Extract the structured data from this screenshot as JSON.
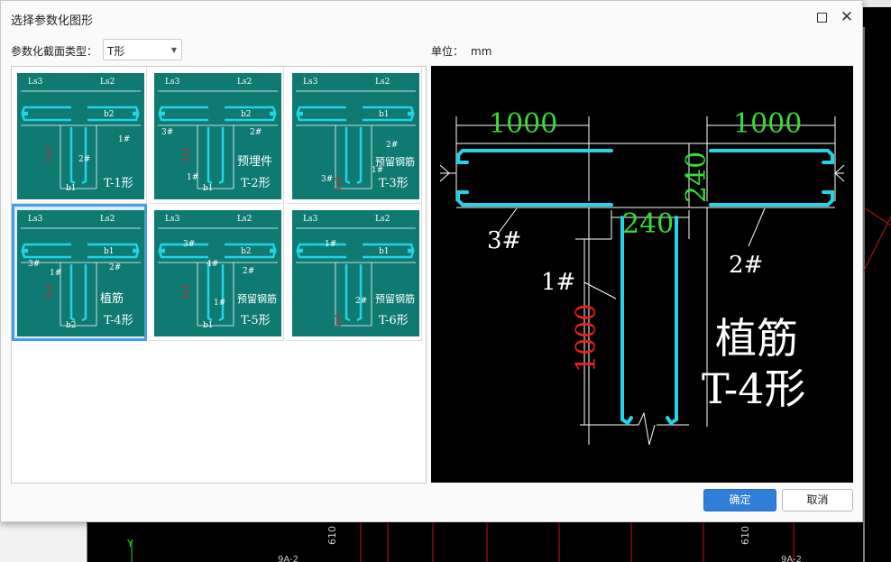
{
  "dialog": {
    "title": "选择参数化图形",
    "type_label": "参数化截面类型：",
    "type_value": "T形",
    "unit_label": "单位：",
    "unit_value": "mm",
    "ok_label": "确定",
    "cancel_label": "取消"
  },
  "thumbnails": [
    {
      "dims": [
        "Ls3",
        "Ls2",
        "b2",
        "b1",
        "Ls1"
      ],
      "bars": [
        "1#",
        "2#"
      ],
      "caption": "T-1形",
      "kind": "",
      "selected": false
    },
    {
      "dims": [
        "Ls3",
        "Ls2",
        "b2",
        "b1",
        "Ls1"
      ],
      "bars": [
        "3#",
        "2#",
        "1#"
      ],
      "caption": "T-2形",
      "kind": "预埋件",
      "selected": false
    },
    {
      "dims": [
        "Ls3",
        "Ls2",
        "b1",
        "Ls1"
      ],
      "bars": [
        "2#",
        "1#",
        "3#"
      ],
      "caption": "T-3形",
      "kind": "预留钢筋",
      "selected": false
    },
    {
      "dims": [
        "Ls3",
        "Ls2",
        "b1",
        "b2",
        "Ls1"
      ],
      "bars": [
        "3#",
        "1#",
        "2#"
      ],
      "caption": "T-4形",
      "kind": "植筋",
      "selected": true
    },
    {
      "dims": [
        "Ls3",
        "Ls2",
        "b2",
        "b1",
        "Ls1"
      ],
      "bars": [
        "3#",
        "4#",
        "2#",
        "1#"
      ],
      "caption": "T-5形",
      "kind": "预留钢筋",
      "selected": false
    },
    {
      "dims": [
        "Ls3",
        "Ls2",
        "b1",
        "Ls1"
      ],
      "bars": [
        "1#",
        "2#"
      ],
      "caption": "T-6形",
      "kind": "预留钢筋",
      "selected": false
    }
  ],
  "preview": {
    "dim_left": "1000",
    "dim_right": "1000",
    "dim_flange": "240",
    "dim_web": "240",
    "dim_height": "1000",
    "bar_1": "1#",
    "bar_2": "2#",
    "bar_3": "3#",
    "kind": "植筋",
    "caption": "T-4形"
  },
  "background": {
    "label_1": "610",
    "label_2": "610",
    "label_3": "9A-2",
    "label_4": "9A-2",
    "axis_y": "Y"
  },
  "colors": {
    "thumb_bg": "#0e7a72",
    "rebar": "#22d4e6",
    "dim_green": "#33dd33",
    "dim_red": "#e82020",
    "accent": "#2f7fd9"
  }
}
